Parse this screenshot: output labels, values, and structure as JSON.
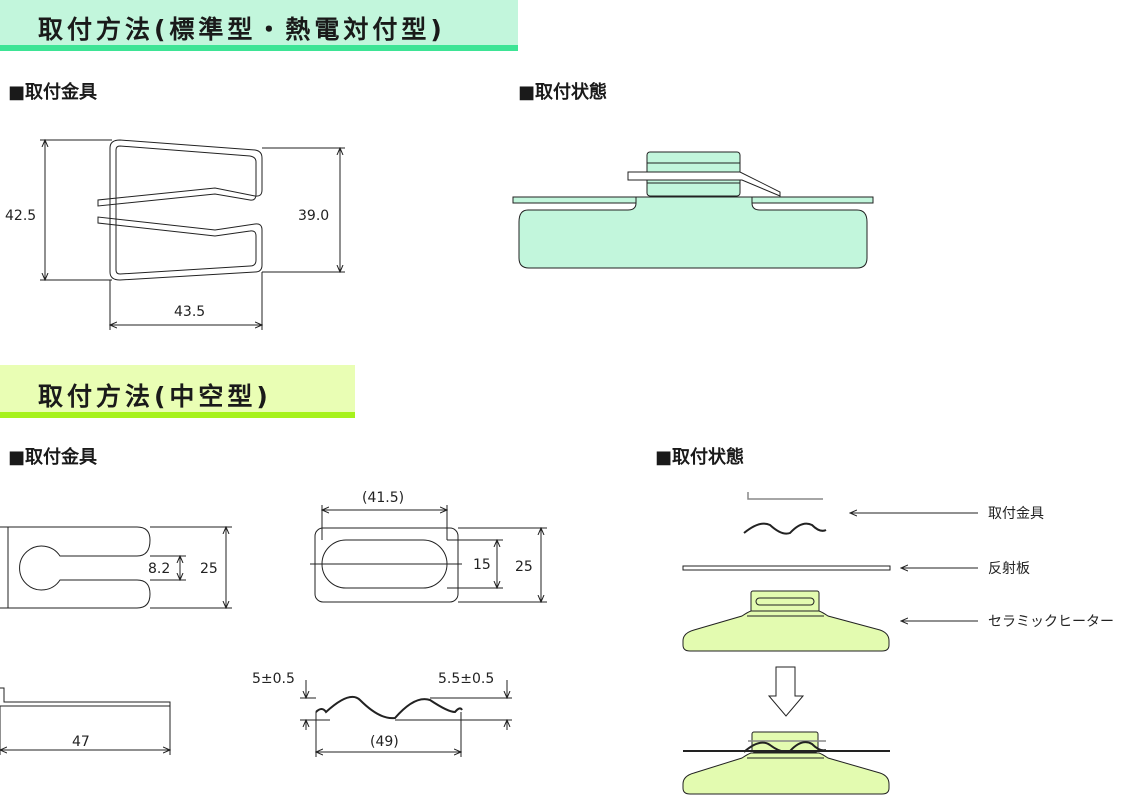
{
  "section1": {
    "title": "取付方法(標準型・熱電対付型)",
    "fixture_heading": "■取付金具",
    "state_heading": "■取付状態",
    "dimensions": {
      "height_outer": "42.5",
      "height_inner": "39.0",
      "width": "43.5"
    }
  },
  "section2": {
    "title": "取付方法(中空型)",
    "fixture_heading": "■取付金具",
    "state_heading": "■取付状態",
    "dimensions": {
      "slot_width": "8.2",
      "clip_height": "25",
      "hole_length": "(41.5)",
      "hole_width": "15",
      "plate_height": "25",
      "side_length": "47",
      "wave_left": "5±0.5",
      "wave_right": "5.5±0.5",
      "wave_length": "(49)"
    },
    "labels": {
      "fixture": "取付金具",
      "reflector": "反射板",
      "heater": "セラミックヒーター"
    }
  },
  "colors": {
    "banner1": "#c2f6dc",
    "banner1_bar": "#3de495",
    "banner2": "#e9feb4",
    "banner2_bar": "#a6f21d",
    "heater_green": "#c2f6dc",
    "heater_yellow": "#e3fbb0"
  }
}
